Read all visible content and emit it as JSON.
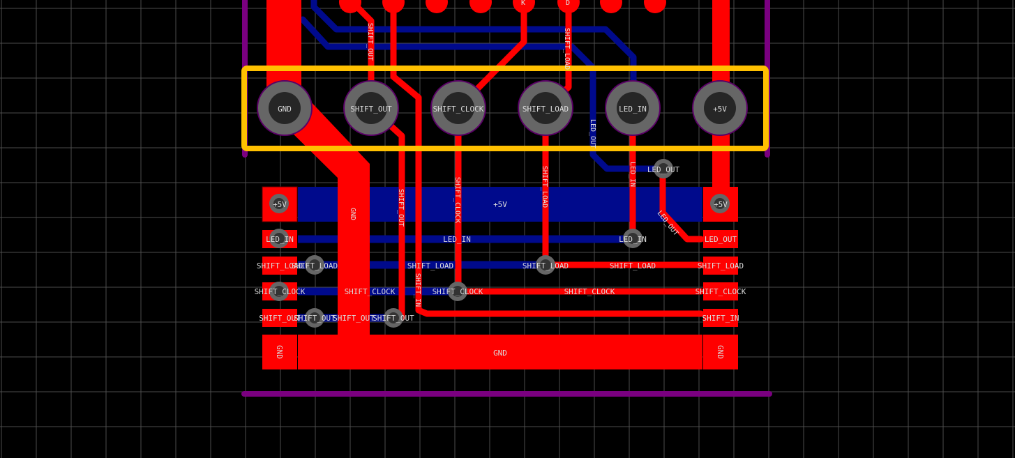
{
  "colors": {
    "background": "#000000",
    "grid": "#5a5a5a",
    "top_copper": "#ff0000",
    "bottom_copper": "#000a8c",
    "outline": "#7a0080",
    "silkscreen": "#ffc000",
    "pad_ring": "#666666",
    "pad_hole": "#262626"
  },
  "header_pads": {
    "gnd": "GND",
    "shift_out": "SHIFT_OUT",
    "shift_clock": "SHIFT_CLOCK",
    "shift_load": "SHIFT_LOAD",
    "led_in": "LED_IN",
    "plus5v": "+5V"
  },
  "left_pads": {
    "plus5v": "+5V",
    "led_in": "LED_IN",
    "shift_load": "SHIFT_LOAD",
    "shift_clock": "SHIFT_CLOCK",
    "shift_out": "SHIFT_OUT",
    "gnd": "GND"
  },
  "right_pads": {
    "plus5v": "+5V",
    "led_out": "LED_OUT",
    "shift_load": "SHIFT_LOAD",
    "shift_clock": "SHIFT_CLOCK",
    "shift_in": "SHIFT_IN",
    "gnd": "GND"
  },
  "via_labels": {
    "led_out": "LED_OUT",
    "led_in": "LED_IN",
    "shift_load_left": "SHIFT_LOAD",
    "shift_load_mid": "SHIFT_LOAD",
    "shift_clock_left": "SHIFT_CLOCK",
    "shift_clock_mid": "SHIFT_CLOCK",
    "shift_out_left": "SHIFT_OUT",
    "shift_out_mid": "SHIFT_OUT",
    "plus5v_left": "+5V",
    "plus5v_right": "+5V",
    "led_in_left": "LED_IN"
  },
  "trace_labels": {
    "shift_out_top": "SHIFT_OUT",
    "shift_load_top": "SHIFT_LOAD",
    "led_out_vertical": "LED_OUT",
    "led_in_vertical": "LED_IN",
    "led_out_diagonal": "LED_OUT",
    "shift_clock_vertical": "SHIFT_CLOCK",
    "shift_load_vertical": "SHIFT_LOAD",
    "shift_out_vertical": "SHIFT_OUT",
    "gnd_vertical": "GND",
    "plus5v_bar": "+5V",
    "led_in_bar": "LED_IN",
    "shift_load_bar": "SHIFT_LOAD",
    "shift_load_red": "SHIFT_LOAD",
    "shift_clock_bar": "SHIFT_CLOCK",
    "shift_clock_red": "SHIFT_CLOCK",
    "shift_in_vertical": "SHIFT_IN",
    "shift_out_bar": "SHIFT_OUT",
    "gnd_bar": "GND",
    "top_k": "K",
    "top_d": "D"
  }
}
